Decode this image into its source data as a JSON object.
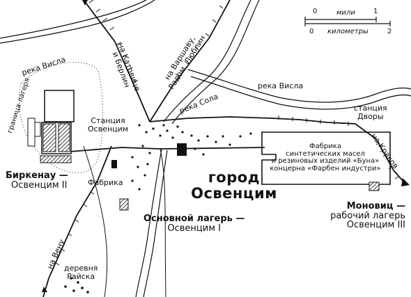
{
  "scale": {
    "miles_label": "мили",
    "miles_start": "0",
    "miles_end": "1",
    "km_label": "километры",
    "km_start": "0",
    "km_end": "2"
  },
  "rivers": {
    "vistula_left": "река Висла",
    "vistula_right": "река Висла",
    "sola": "река Сола"
  },
  "railways": {
    "katowice_line1": "на Катовице",
    "katowice_line2": "и Берлин",
    "warsaw_line1": "на Варшаву,",
    "warsaw_line2": "Радом, Люблин",
    "krakow": "на Краков",
    "vienna": "на Вену"
  },
  "places": {
    "camp_border": "граница лагеря",
    "station_line1": "Станция",
    "station_line2": "Освенцим",
    "station_dwory_line1": "станция",
    "station_dwory_line2": "Дворы",
    "factory": "Фабрика",
    "buna_line1": "Фабрика",
    "buna_line2": "синтетических масел",
    "buna_line3": "и резиновых изделий «Буна»",
    "buna_line4": "концерна «Фарбен индустри»",
    "birkenau_name": "Биркенау —",
    "birkenau_sub": "Освенцим II",
    "town_line1": "город",
    "town_line2": "Освенцим",
    "main_camp_name": "Основной лагерь —",
    "main_camp_sub": "Освенцим I",
    "monowitz_name": "Моновиц —",
    "monowitz_sub1": "рабочий лагерь",
    "monowitz_sub2": "Освенцим III",
    "rajsko_line1": "деревня",
    "rajsko_line2": "Райска"
  }
}
